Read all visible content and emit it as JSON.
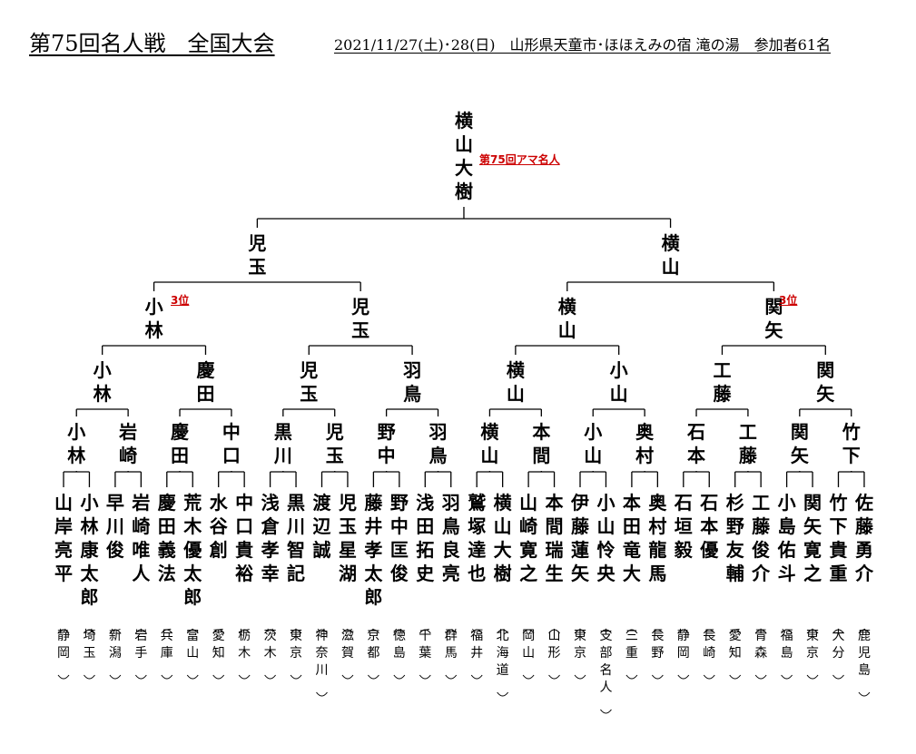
{
  "header": {
    "title": "第75回名人戦　全国大会",
    "info": "2021/11/27(土)･28(日)　山形県天童市･ほほえみの宿 滝の湯　参加者61名"
  },
  "players": [
    {
      "name": "山岸亮平",
      "pref": "静岡"
    },
    {
      "name": "小林康太郎",
      "pref": "埼玉"
    },
    {
      "name": "早川俊",
      "pref": "新潟"
    },
    {
      "name": "岩崎唯人",
      "pref": "岩手"
    },
    {
      "name": "慶田義法",
      "pref": "兵庫"
    },
    {
      "name": "荒木優太郎",
      "pref": "富山"
    },
    {
      "name": "水谷創",
      "pref": "愛知"
    },
    {
      "name": "中口貴裕",
      "pref": "栃木"
    },
    {
      "name": "浅倉孝幸",
      "pref": "茨木"
    },
    {
      "name": "黒川智記",
      "pref": "東京"
    },
    {
      "name": "渡辺誠",
      "pref": "神奈川"
    },
    {
      "name": "児玉星湖",
      "pref": "滋賀"
    },
    {
      "name": "藤井孝太郎",
      "pref": "京都"
    },
    {
      "name": "野中匡俊",
      "pref": "徳島"
    },
    {
      "name": "浅田拓史",
      "pref": "千葉"
    },
    {
      "name": "羽鳥良亮",
      "pref": "群馬"
    },
    {
      "name": "鷲塚達也",
      "pref": "福井"
    },
    {
      "name": "横山大樹",
      "pref": "北海道"
    },
    {
      "name": "山崎寛之",
      "pref": "岡山"
    },
    {
      "name": "本間瑞生",
      "pref": "山形"
    },
    {
      "name": "伊藤蓮矢",
      "pref": "東京"
    },
    {
      "name": "小山怜央",
      "pref": "支部名人"
    },
    {
      "name": "本田竜大",
      "pref": "三重"
    },
    {
      "name": "奥村龍馬",
      "pref": "長野"
    },
    {
      "name": "石垣毅",
      "pref": "静岡"
    },
    {
      "name": "石本優",
      "pref": "長崎"
    },
    {
      "name": "杉野友輔",
      "pref": "愛知"
    },
    {
      "name": "工藤俊介",
      "pref": "青森"
    },
    {
      "name": "小島佑斗",
      "pref": "福島"
    },
    {
      "name": "関矢寛之",
      "pref": "東京"
    },
    {
      "name": "竹下貴重",
      "pref": "大分"
    },
    {
      "name": "佐藤勇介",
      "pref": "鹿児島"
    }
  ],
  "rounds": [
    [
      "小林",
      "岩崎",
      "慶田",
      "中口",
      "黒川",
      "児玉",
      "野中",
      "羽鳥",
      "横山",
      "本間",
      "小山",
      "奥村",
      "石本",
      "工藤",
      "関矢",
      "竹下"
    ],
    [
      "小林",
      "慶田",
      "児玉",
      "羽鳥",
      "横山",
      "小山",
      "工藤",
      "関矢"
    ],
    [
      "小林",
      "児玉",
      "横山",
      "関矢"
    ],
    [
      "児玉",
      "横山"
    ],
    [
      "横山大樹"
    ]
  ],
  "notes": {
    "champion": "第75回アマ名人",
    "third_left": "3位",
    "third_right": "3位"
  }
}
